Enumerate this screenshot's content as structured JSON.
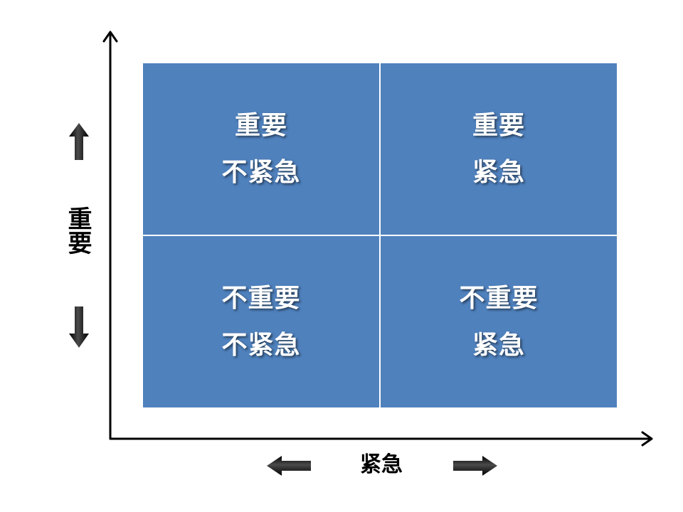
{
  "quadrants": {
    "top_left": {
      "line1": "重要",
      "line2": "不紧急"
    },
    "top_right": {
      "line1": "重要",
      "line2": "紧急"
    },
    "bottom_left": {
      "line1": "不重要",
      "line2": "不紧急"
    },
    "bottom_right": {
      "line1": "不重要",
      "line2": "紧急"
    }
  },
  "axes": {
    "y_label": "重要",
    "x_label": "紧急"
  },
  "colors": {
    "quadrant_fill": "#4f81bd",
    "axis": "#000000",
    "text_on_quadrant": "#ffffff"
  }
}
